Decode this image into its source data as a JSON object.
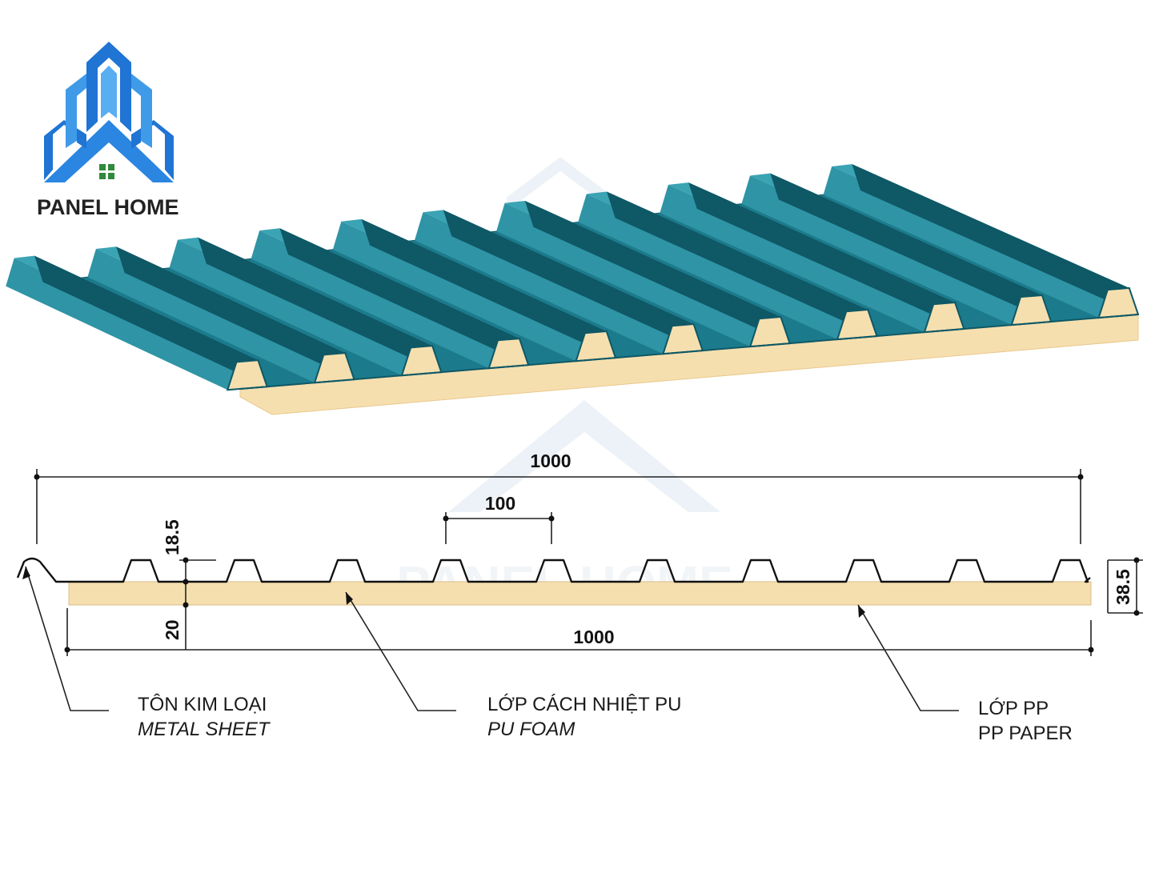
{
  "brand": {
    "name": "PANEL HOME",
    "watermark": "PANEL HOME",
    "colors": {
      "primary": "#1f74d4",
      "light": "#3f9be8",
      "window": "#2f8a3c"
    }
  },
  "panel": {
    "colors": {
      "sheet": "#1b7b8c",
      "sheet_light": "#2f94a5",
      "sheet_dark": "#0f5866",
      "foam": "#f6dfae",
      "foam_dark": "#e9c88d"
    },
    "rib_count": 10
  },
  "dimensions": {
    "overall_width_top": "1000",
    "rib_pitch": "100",
    "rib_height": "18.5",
    "foam_thickness": "20",
    "total_height": "38.5",
    "overall_width_bottom": "1000"
  },
  "labels": {
    "metal_sheet_vi": "TÔN KIM LOẠI",
    "metal_sheet_en": "METAL SHEET",
    "pu_foam_vi": "LỚP CÁCH NHIỆT PU",
    "pu_foam_en": "PU FOAM",
    "pp_paper_vi": "LỚP PP",
    "pp_paper_en": "PP PAPER"
  }
}
